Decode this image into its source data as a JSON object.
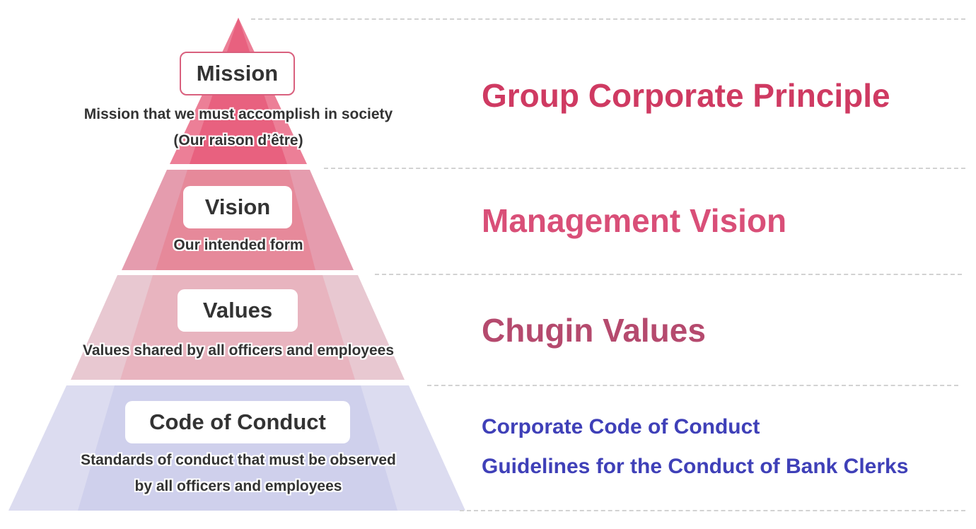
{
  "colors": {
    "mission": "#e8617f",
    "mission_side": "#ec7f97",
    "vision": "#e6899a",
    "vision_side": "#e59cae",
    "values": "#e8b4bf",
    "values_side": "#e8c8d1",
    "code": "#cfd0ec",
    "code_side": "#dcdcf0",
    "label_principle": "#cf3a62",
    "label_vision": "#d94f78",
    "label_values": "#b54a6e",
    "label_code": "#3f40b8",
    "dash": "#d2d2d2",
    "text": "#333333"
  },
  "pyramid": {
    "tiers": [
      {
        "id": "mission",
        "title": "Mission",
        "description_lines": [
          "Mission that we must accomplish in society",
          "(Our raison d’être)"
        ]
      },
      {
        "id": "vision",
        "title": "Vision",
        "description_lines": [
          "Our intended form"
        ]
      },
      {
        "id": "values",
        "title": "Values",
        "description_lines": [
          "Values shared by all officers and employees"
        ]
      },
      {
        "id": "code",
        "title": "Code of Conduct",
        "description_lines": [
          "Standards of conduct that must be observed",
          "by all officers and employees"
        ]
      }
    ]
  },
  "labels": {
    "mission": [
      "Group Corporate Principle"
    ],
    "vision": [
      "Management Vision"
    ],
    "values": [
      "Chugin Values"
    ],
    "code": [
      "Corporate Code of Conduct",
      "Guidelines for the Conduct of Bank Clerks"
    ]
  }
}
